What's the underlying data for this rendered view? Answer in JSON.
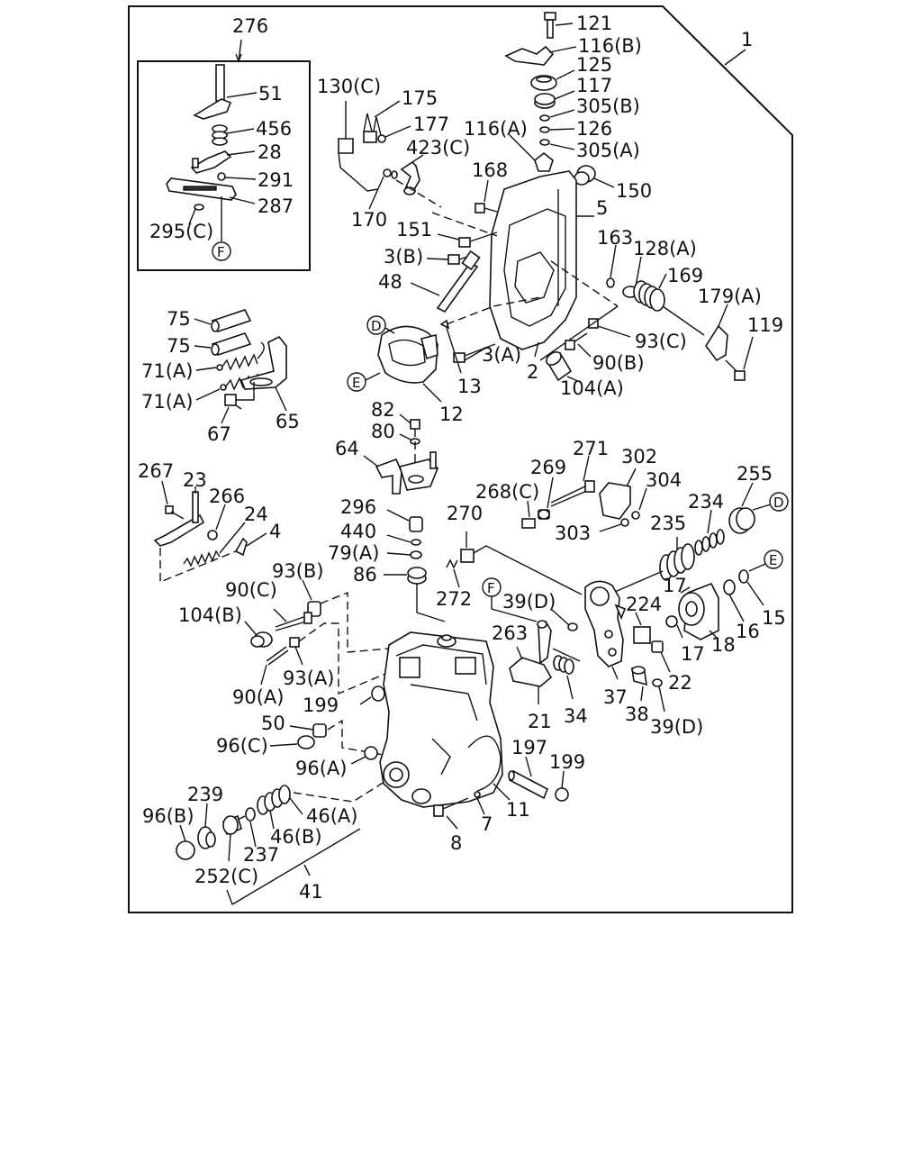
{
  "frame_ref": "1",
  "inset": {
    "ref": "276",
    "items": [
      "51",
      "456",
      "28",
      "291",
      "287",
      "295(C)"
    ],
    "marker": "F"
  },
  "labels": {
    "l121": "121",
    "l116B": "116(B)",
    "l125": "125",
    "l117": "117",
    "l305B": "305(B)",
    "l126": "126",
    "l305A": "305(A)",
    "l116A": "116(A)",
    "l150": "150",
    "l168": "168",
    "l5": "5",
    "l130C": "130(C)",
    "l175": "175",
    "l177": "177",
    "l423C": "423(C)",
    "l170": "170",
    "l151": "151",
    "l3B": "3(B)",
    "l163": "163",
    "l128A": "128(A)",
    "l169": "169",
    "l179A": "179(A)",
    "l119": "119",
    "l48": "48",
    "l93C": "93(C)",
    "l90B": "90(B)",
    "l3A": "3(A)",
    "l2": "2",
    "l104A": "104(A)",
    "l13": "13",
    "l12": "12",
    "l75a": "75",
    "l75b": "75",
    "l71Aa": "71(A)",
    "l71Ab": "71(A)",
    "l67": "67",
    "l65": "65",
    "l82": "82",
    "l80": "80",
    "l64": "64",
    "l296": "296",
    "l440": "440",
    "l79A": "79(A)",
    "l86": "86",
    "l267": "267",
    "l23": "23",
    "l266": "266",
    "l24": "24",
    "l4": "4",
    "l271": "271",
    "l302": "302",
    "l269": "269",
    "l268C": "268(C)",
    "l304": "304",
    "l303": "303",
    "l270": "270",
    "l272": "272",
    "l255": "255",
    "l234": "234",
    "l235": "235",
    "l17a": "17",
    "l17b": "17",
    "l16": "16",
    "l15": "15",
    "l18": "18",
    "l224": "224",
    "l22": "22",
    "l39Da": "39(D)",
    "l39Db": "39(D)",
    "l263": "263",
    "l21": "21",
    "l34": "34",
    "l37": "37",
    "l38": "38",
    "l93B": "93(B)",
    "l90C": "90(C)",
    "l104B": "104(B)",
    "l93A": "93(A)",
    "l90A": "90(A)",
    "l199a": "199",
    "l199b": "199",
    "l50": "50",
    "l96C": "96(C)",
    "l96A": "96(A)",
    "l197": "197",
    "l11": "11",
    "l7": "7",
    "l8": "8",
    "l239": "239",
    "l96B": "96(B)",
    "l46A": "46(A)",
    "l46B": "46(B)",
    "l237": "237",
    "l252C": "252(C)",
    "l41": "41"
  },
  "markers": {
    "D1": "D",
    "D2": "D",
    "E1": "E",
    "E2": "E",
    "F2": "F"
  }
}
